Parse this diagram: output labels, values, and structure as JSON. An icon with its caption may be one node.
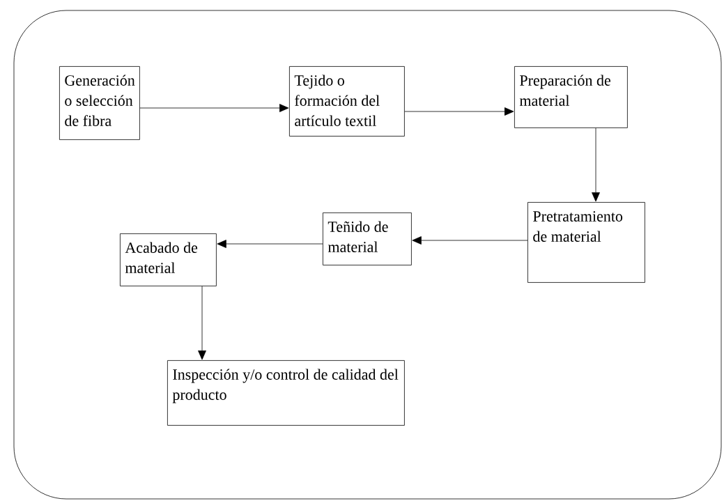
{
  "diagram": {
    "nodes": [
      {
        "text": [
          "Generación o selección de fibra"
        ]
      },
      {
        "text": [
          "Tejido o formación del artículo textil"
        ]
      },
      {
        "text": [
          "Preparación de material"
        ]
      },
      {
        "text": [
          "Pretratamiento de material"
        ]
      },
      {
        "text": [
          "Teñido de material"
        ]
      },
      {
        "text": [
          "Acabado de material"
        ]
      },
      {
        "text": [
          "Inspección y/o control de calidad del producto"
        ]
      }
    ],
    "edges": [
      {
        "from": 0,
        "to": 1,
        "arrow": "to"
      },
      {
        "from": 1,
        "to": 2,
        "arrow": "to"
      },
      {
        "from": 2,
        "to": 3,
        "arrow": "to"
      },
      {
        "from": 3,
        "to": 4,
        "arrow": "to"
      },
      {
        "from": 4,
        "to": 5,
        "arrow": "to"
      },
      {
        "from": 5,
        "to": 6,
        "arrow": "to"
      }
    ]
  }
}
